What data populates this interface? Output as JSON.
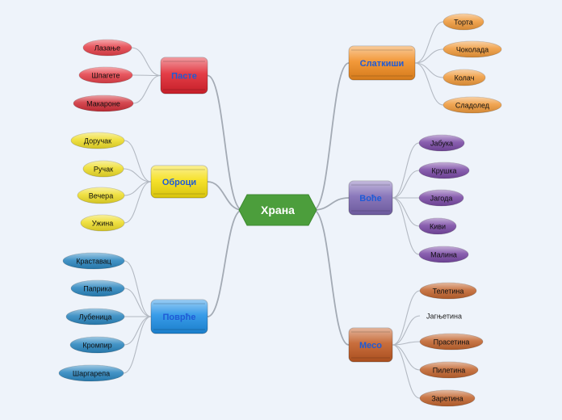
{
  "central": {
    "label": "Храна",
    "color": "#4c9e3c"
  },
  "branches": [
    {
      "label": "Пасте",
      "color": "#e0232e",
      "text_color": "#1f5bd6",
      "leaves": [
        {
          "label": "Лазање",
          "color": "#e5414a"
        },
        {
          "label": "Шпагете",
          "color": "#e5414a"
        },
        {
          "label": "Макароне",
          "color": "#d0303a"
        }
      ]
    },
    {
      "label": "Оброци",
      "color": "#f5de0f",
      "text_color": "#1f5bd6",
      "leaves": [
        {
          "label": "Доручак",
          "color": "#eedd2a"
        },
        {
          "label": "Ручак",
          "color": "#eedd2a"
        },
        {
          "label": "Вечера",
          "color": "#eedd2a"
        },
        {
          "label": "Ужина",
          "color": "#eedd2a"
        }
      ]
    },
    {
      "label": "Поврће",
      "color": "#1e8fe6",
      "text_color": "#1f5bd6",
      "leaves": [
        {
          "label": "Краставац",
          "color": "#2b86bf"
        },
        {
          "label": "Паприка",
          "color": "#2b86bf"
        },
        {
          "label": "Лубеница",
          "color": "#2b86bf"
        },
        {
          "label": "Кромпир",
          "color": "#2b86bf"
        },
        {
          "label": "Шаргарепа",
          "color": "#2b86bf"
        }
      ]
    },
    {
      "label": "Слаткиши",
      "color": "#f18b1f",
      "text_color": "#1f5bd6",
      "leaves": [
        {
          "label": "Торта",
          "color": "#ef9a3c"
        },
        {
          "label": "Чоколада",
          "color": "#ef9a3c"
        },
        {
          "label": "Колач",
          "color": "#ef9a3c"
        },
        {
          "label": "Сладолед",
          "color": "#ef9a3c"
        }
      ]
    },
    {
      "label": "Воће",
      "color": "#7b66b2",
      "text_color": "#1f5bd6",
      "leaves": [
        {
          "label": "Јабука",
          "color": "#7a4aa5"
        },
        {
          "label": "Крушка",
          "color": "#7a4aa5"
        },
        {
          "label": "Јагода",
          "color": "#7a4aa5"
        },
        {
          "label": "Киви",
          "color": "#7a4aa5"
        },
        {
          "label": "Малина",
          "color": "#7a4aa5"
        }
      ]
    },
    {
      "label": "Месо",
      "color": "#c15a23",
      "text_color": "#1f5bd6",
      "leaves": [
        {
          "label": "Телетина",
          "color": "#c2652f"
        },
        {
          "label": "Јагњетина",
          "color": "",
          "plain": true
        },
        {
          "label": "Прасетина",
          "color": "#c2652f"
        },
        {
          "label": "Пилетина",
          "color": "#c2652f"
        },
        {
          "label": "Заретина",
          "color": "#c2652f"
        }
      ]
    }
  ]
}
